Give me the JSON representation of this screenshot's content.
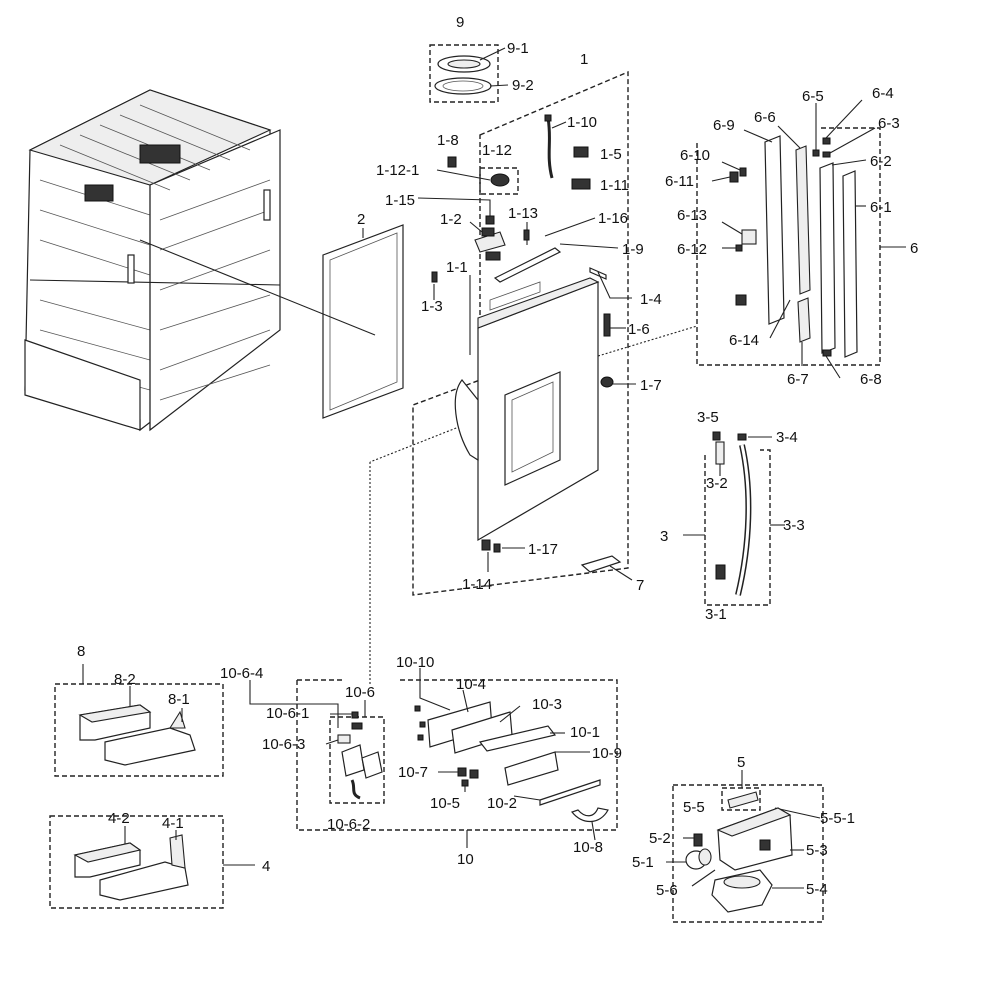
{
  "labels": {
    "l_9": "9",
    "l_9_1": "9-1",
    "l_9_2": "9-2",
    "l_1": "1",
    "l_1_10": "1-10",
    "l_1_8": "1-8",
    "l_1_5": "1-5",
    "l_1_12": "1-12",
    "l_1_12_1": "1-12-1",
    "l_1_11": "1-11",
    "l_1_15": "1-15",
    "l_1_13": "1-13",
    "l_1_16": "1-16",
    "l_1_2": "1-2",
    "l_1_9": "1-9",
    "l_1_1": "1-1",
    "l_1_3": "1-3",
    "l_1_4": "1-4",
    "l_1_6": "1-6",
    "l_1_7": "1-7",
    "l_1_17": "1-17",
    "l_1_14": "1-14",
    "l_2": "2",
    "l_7": "7",
    "l_6_9": "6-9",
    "l_6_6": "6-6",
    "l_6_5": "6-5",
    "l_6_4": "6-4",
    "l_6_3": "6-3",
    "l_6_10": "6-10",
    "l_6_2": "6-2",
    "l_6_11": "6-11",
    "l_6_1": "6-1",
    "l_6_13": "6-13",
    "l_6": "6",
    "l_6_12": "6-12",
    "l_6_14": "6-14",
    "l_6_7": "6-7",
    "l_6_8": "6-8",
    "l_3_5": "3-5",
    "l_3_4": "3-4",
    "l_3_2": "3-2",
    "l_3": "3",
    "l_3_3": "3-3",
    "l_3_1": "3-1",
    "l_8": "8",
    "l_8_2": "8-2",
    "l_8_1": "8-1",
    "l_4_2": "4-2",
    "l_4_1": "4-1",
    "l_4": "4",
    "l_10_6_4": "10-6-4",
    "l_10_6": "10-6",
    "l_10_6_1": "10-6-1",
    "l_10_6_3": "10-6-3",
    "l_10_6_2": "10-6-2",
    "l_10_10": "10-10",
    "l_10_4": "10-4",
    "l_10_3": "10-3",
    "l_10_1": "10-1",
    "l_10_9": "10-9",
    "l_10_7": "10-7",
    "l_10_5": "10-5",
    "l_10_2": "10-2",
    "l_10_8": "10-8",
    "l_10": "10",
    "l_5": "5",
    "l_5_5": "5-5",
    "l_5_5_1": "5-5-1",
    "l_5_2": "5-2",
    "l_5_3": "5-3",
    "l_5_1": "5-1",
    "l_5_6": "5-6",
    "l_5_4": "5-4"
  }
}
